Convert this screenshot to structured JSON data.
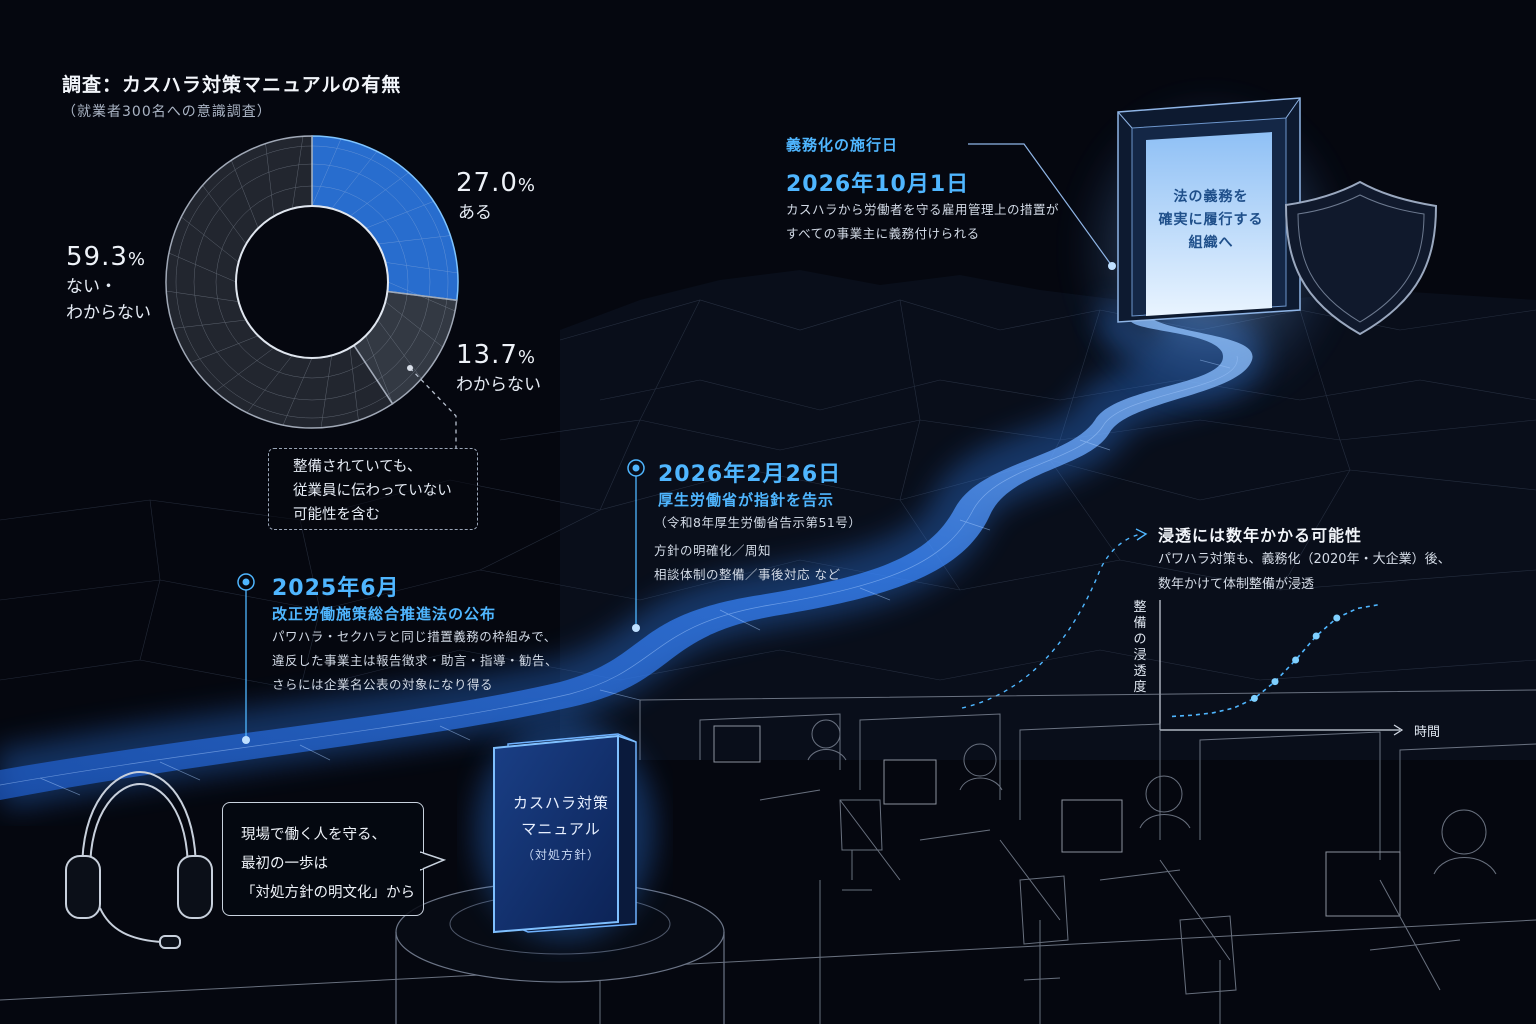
{
  "survey": {
    "title": "調査：カスハラ対策マニュアルの有無",
    "subtitle": "（就業者300名への意識調査）",
    "note_lines": [
      "整備されていても、",
      "従業員に伝わっていない",
      "可能性を含む"
    ]
  },
  "chart_data": [
    {
      "type": "pie",
      "slices": [
        {
          "label": "ある",
          "value": 27.0,
          "display": "27.0",
          "color": "#2f7ff0"
        },
        {
          "label": "わからない",
          "value": 13.7,
          "display": "13.7",
          "color": "#5a6270"
        },
        {
          "label_lines": [
            "ない・",
            "わからない"
          ],
          "value": 59.3,
          "display": "59.3",
          "color": "#3a3f4a"
        }
      ],
      "unit": "%"
    },
    {
      "type": "line",
      "title": "浸透には数年かかる可能性",
      "description_lines": [
        "パワハラ対策も、義務化（2020年・大企業）後、",
        "数年かけて体制整備が浸透"
      ],
      "xlabel": "時間",
      "ylabel": "整備の浸透度",
      "x": [
        0,
        1,
        2,
        3,
        4,
        5,
        6,
        7,
        8,
        9,
        10
      ],
      "y": [
        0.03,
        0.04,
        0.06,
        0.1,
        0.18,
        0.32,
        0.5,
        0.7,
        0.85,
        0.93,
        0.96
      ]
    }
  ],
  "timeline": [
    {
      "date": "2025年6月",
      "event": "改正労働施策総合推進法の公布",
      "details": [
        "パワハラ・セクハラと同じ措置義務の枠組みで、",
        "違反した事業主は報告徴求・助言・指導・勧告、",
        "さらには企業名公表の対象になり得る"
      ]
    },
    {
      "date": "2026年2月26日",
      "event": "厚生労働省が指針を告示",
      "details": [
        "（令和8年厚生労働省告示第51号）",
        "方針の明確化／周知",
        "相談体制の整備／事後対応 など"
      ]
    },
    {
      "event": "義務化の施行日",
      "date": "2026年10月1日",
      "details": [
        "カスハラから労働者を守る雇用管理上の措置が",
        "すべての事業主に義務付けられる"
      ]
    }
  ],
  "door": {
    "lines": [
      "法の義務を",
      "確実に履行する",
      "組織へ"
    ]
  },
  "book": {
    "lines": [
      "カスハラ対策",
      "マニュアル"
    ],
    "sub": "（対処方針）"
  },
  "bubble": {
    "lines": [
      "現場で働く人を守る、",
      "最初の一歩は",
      "「対処方針の明文化」から"
    ]
  },
  "colors": {
    "accent": "#4fb6ff",
    "background": "#05070f",
    "river": "#2f7ff0"
  }
}
